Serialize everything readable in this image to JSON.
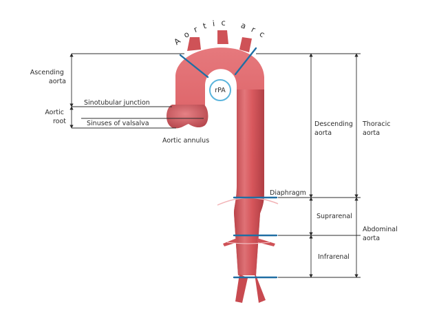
{
  "labels": {
    "aortic_arch": "Aortic arch",
    "ascending_aorta_1": "Ascending",
    "ascending_aorta_2": "aorta",
    "aortic_root_1": "Aortic",
    "aortic_root_2": "root",
    "sinotubular_junction": "Sinotubular junction",
    "sinuses_of_valsalva": "Sinuses of valsalva",
    "aortic_annulus": "Aortic annulus",
    "rpa": "rPA",
    "descending_aorta_1": "Descending",
    "descending_aorta_2": "aorta",
    "thoracic_aorta_1": "Thoracic",
    "thoracic_aorta_2": "aorta",
    "diaphragm": "Diaphragm",
    "suprarenal": "Suprarenal",
    "infrarenal": "Infrarenal",
    "abdominal_aorta_1": "Abdominal",
    "abdominal_aorta_2": "aorta"
  },
  "colors": {
    "aorta_fill": "#d8575c",
    "aorta_highlight": "#e98b8e",
    "aorta_shadow": "#b33d43",
    "boundary_line": "#1f6ea3",
    "rpa_ring": "#5ab4dc",
    "measure_line": "#2b2b2b",
    "diaphragm_curve": "#f2b3b6"
  }
}
